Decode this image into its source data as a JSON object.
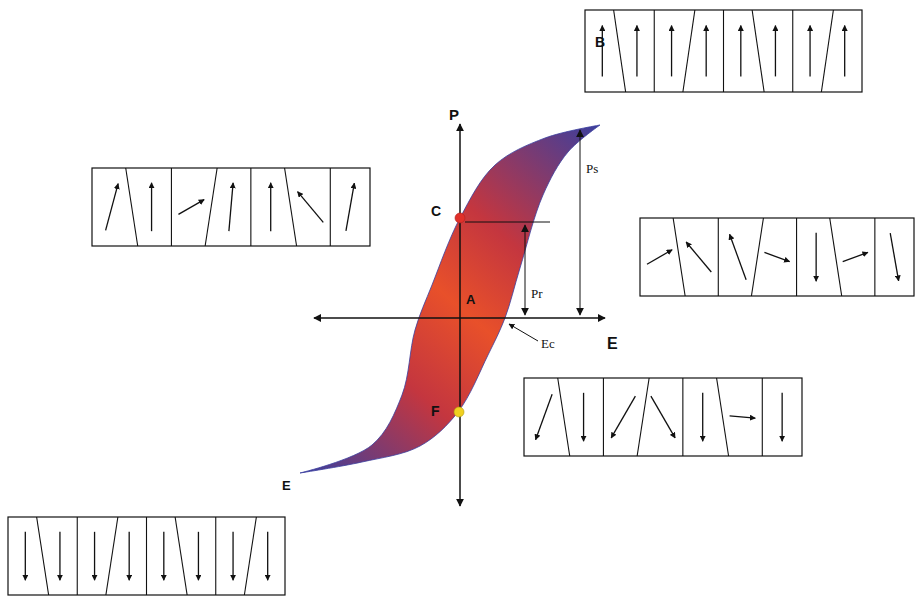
{
  "diagram": {
    "labels": [
      "P",
      "B",
      "C",
      "Ps",
      "Pr",
      "A",
      "Ec",
      "E",
      "F",
      "E"
    ]
  }
}
